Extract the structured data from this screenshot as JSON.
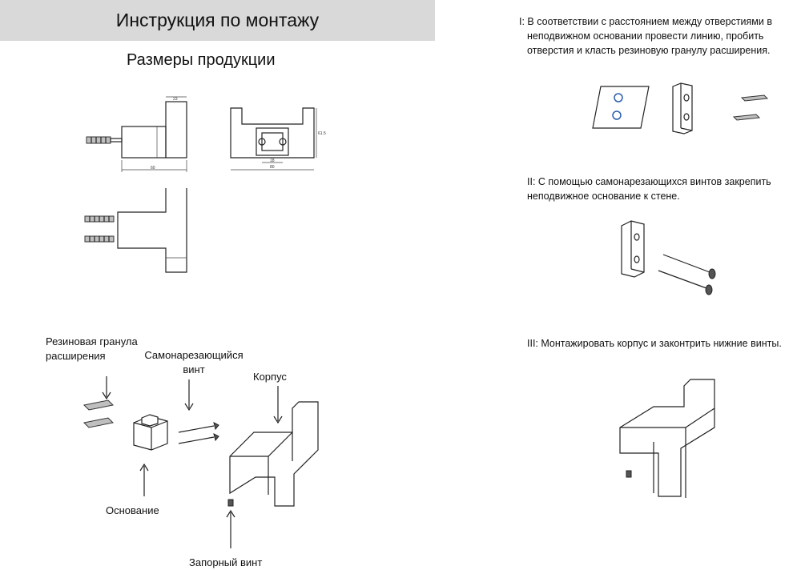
{
  "header": {
    "title": "Инструкция по монтажу"
  },
  "sections": {
    "dimensions_title": "Размеры продукции"
  },
  "drawings": {
    "dim_width": "23",
    "dim_length": "60",
    "dim_total": "80",
    "dim_height": "61.5",
    "dim_hole": "18"
  },
  "parts": {
    "dowel": "Резиновая гранула расширения",
    "screw": "Самонарезающийся винт",
    "body": "Корпус",
    "base": "Основание",
    "lock_screw": "Запорный винт"
  },
  "steps": [
    {
      "lines": [
        "I: В соответствии с расстоянием между отверстиями в",
        "неподвижном основании провести линию, пробить",
        "отверстия и класть резиновую гранулу расширения."
      ]
    },
    {
      "lines": [
        "II: С помощью самонарезающихся винтов закрепить",
        "неподвижное основание к стене."
      ]
    },
    {
      "lines": [
        "III: Монтажировать корпус и законтрить нижние винты."
      ]
    }
  ]
}
